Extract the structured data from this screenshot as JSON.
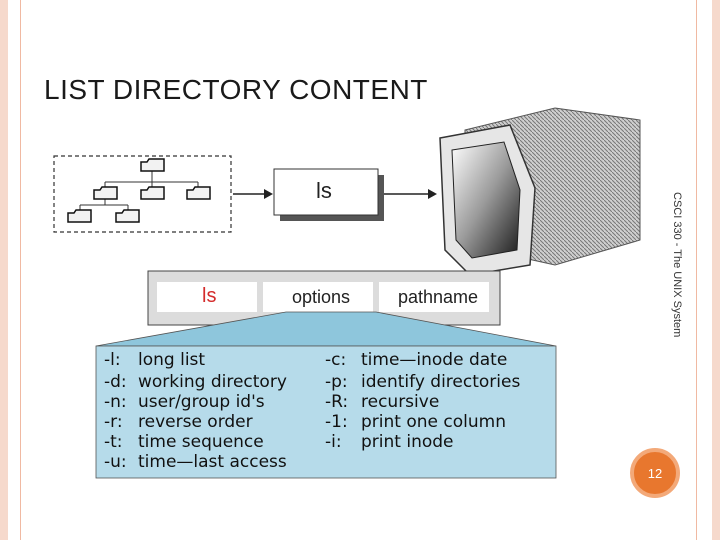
{
  "slide": {
    "title": "LIST DIRECTORY CONTENT",
    "side_text": "CSCI 330 - The UNIX System",
    "page_number": "12"
  },
  "diagram": {
    "command_box": "ls",
    "syntax": {
      "command": "ls",
      "options": "options",
      "pathname": "pathname"
    },
    "colors": {
      "accent": "#e8772e",
      "command_red": "#d42c2c",
      "option_panel": "#b6dbea"
    }
  },
  "options_left": [
    {
      "flag": "-l:",
      "desc": "long list"
    },
    {
      "flag": "-d:",
      "desc": "working directory"
    },
    {
      "flag": "-n:",
      "desc": "user/group id's"
    },
    {
      "flag": "-r:",
      "desc": "reverse order"
    },
    {
      "flag": "-t:",
      "desc": "time sequence"
    },
    {
      "flag": "-u:",
      "desc": "time—last access"
    }
  ],
  "options_right": [
    {
      "flag": "-c:",
      "desc": "time—inode date"
    },
    {
      "flag": "-p:",
      "desc": "identify directories"
    },
    {
      "flag": "-R:",
      "desc": "recursive"
    },
    {
      "flag": "-1:",
      "desc": "print one column"
    },
    {
      "flag": "-i:",
      "desc": "print inode"
    }
  ]
}
